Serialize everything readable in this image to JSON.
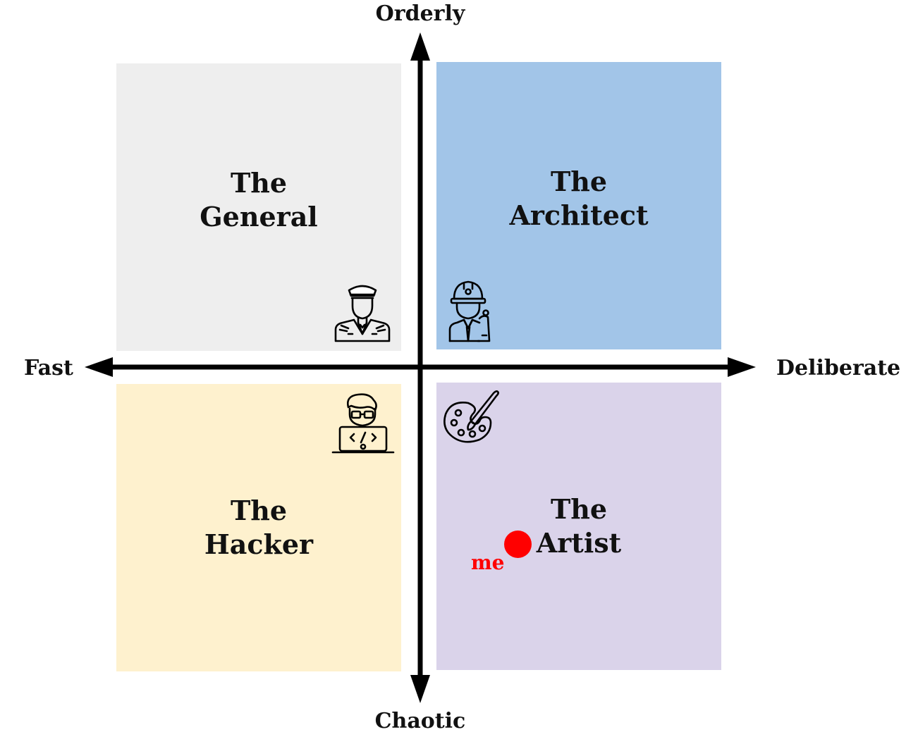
{
  "axes": {
    "top": "Orderly",
    "bottom": "Chaotic",
    "left": "Fast",
    "right": "Deliberate"
  },
  "quadrants": {
    "top_left": {
      "line1": "The",
      "line2": "General",
      "color": "#eeeeee",
      "icon": "general-icon"
    },
    "top_right": {
      "line1": "The",
      "line2": "Architect",
      "color": "#a2c5e8",
      "icon": "architect-icon"
    },
    "bottom_left": {
      "line1": "The",
      "line2": "Hacker",
      "color": "#fef1ce",
      "icon": "hacker-icon"
    },
    "bottom_right": {
      "line1": "The",
      "line2": "Artist",
      "color": "#dad3ea",
      "icon": "artist-palette-icon"
    }
  },
  "marker": {
    "label": "me",
    "color": "#ff0000"
  },
  "colors": {
    "axis": "#000000",
    "text": "#111111"
  }
}
